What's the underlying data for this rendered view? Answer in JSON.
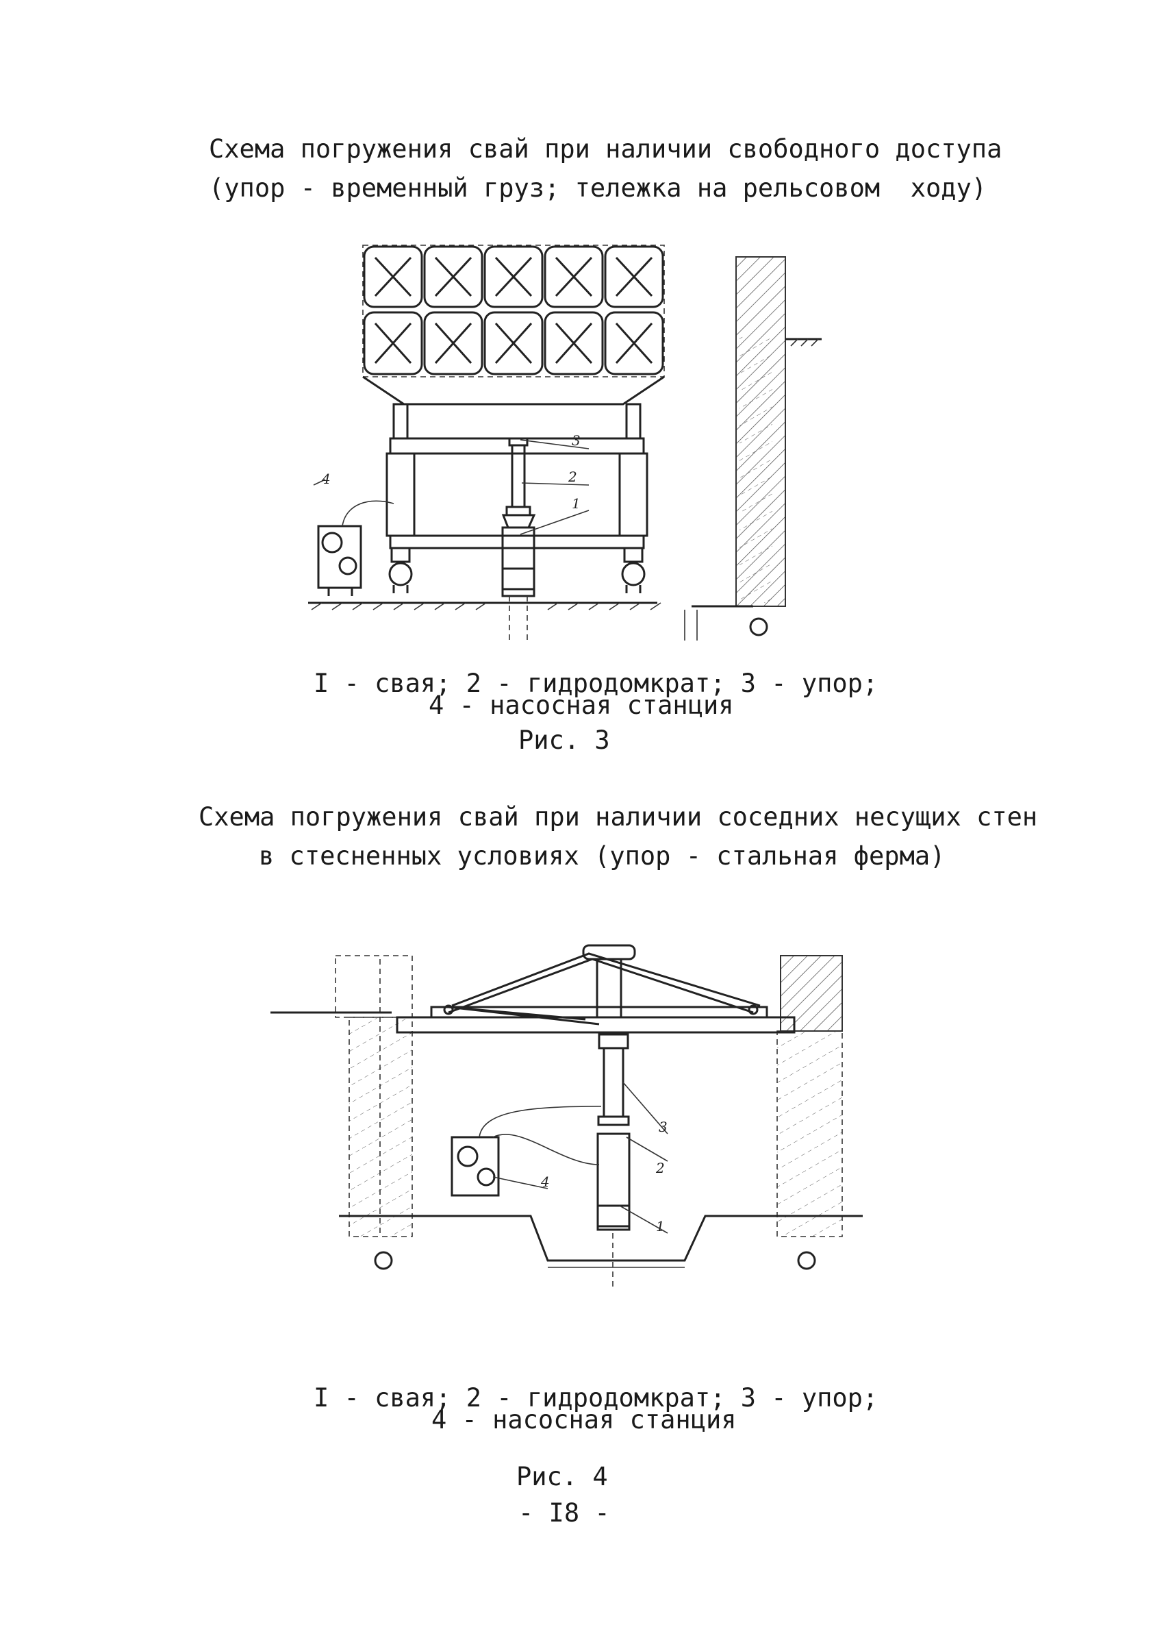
{
  "figure3": {
    "title_line1": "Схема погружения свай при наличии свободного доступа",
    "title_line2": "(упор - временный груз; тележка на рельсовом  ходу)",
    "labels": [
      "1",
      "2",
      "3",
      "4"
    ],
    "legend_line1": "I - свая; 2 - гидродомкрат; 3 - упор;",
    "legend_line2": "4 - насосная станция",
    "caption": "Рис. 3"
  },
  "figure4": {
    "title_line1": "Схема погружения свай при наличии соседних несущих стен",
    "title_line2": "в стесненных условиях (упор - стальная ферма)",
    "labels": [
      "1",
      "2",
      "3",
      "4"
    ],
    "legend_line1": "I - свая; 2 - гидродомкрат; 3 - упор;",
    "legend_line2": "4 - насосная станция",
    "caption": "Рис. 4"
  },
  "page_number": "- I8 -"
}
